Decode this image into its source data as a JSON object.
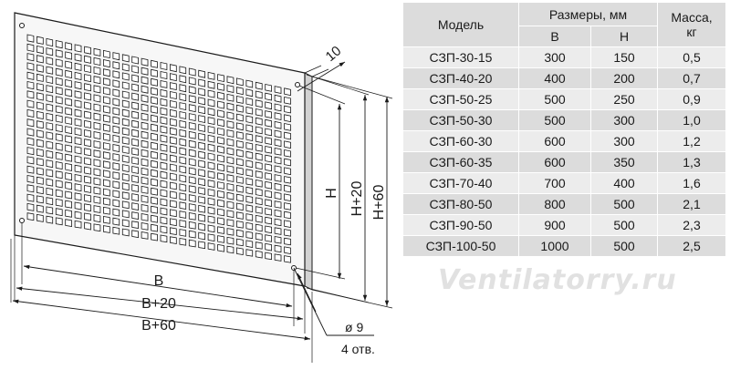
{
  "drawing": {
    "dim_thickness": "10",
    "dim_h": "H",
    "dim_h20": "H+20",
    "dim_h60": "H+60",
    "dim_b": "B",
    "dim_b20": "B+20",
    "dim_b60": "B+60",
    "hole_diameter": "ø 9",
    "hole_count": "4 отв."
  },
  "table": {
    "header": {
      "model": "Модель",
      "dimensions": "Размеры, мм",
      "b": "B",
      "h": "H",
      "mass": "Масса,\nкг"
    },
    "rows": [
      {
        "model": "СЗП-30-15",
        "b": "300",
        "h": "150",
        "mass": "0,5"
      },
      {
        "model": "СЗП-40-20",
        "b": "400",
        "h": "200",
        "mass": "0,7"
      },
      {
        "model": "СЗП-50-25",
        "b": "500",
        "h": "250",
        "mass": "0,9"
      },
      {
        "model": "СЗП-50-30",
        "b": "500",
        "h": "300",
        "mass": "1,0"
      },
      {
        "model": "СЗП-60-30",
        "b": "600",
        "h": "300",
        "mass": "1,2"
      },
      {
        "model": "СЗП-60-35",
        "b": "600",
        "h": "350",
        "mass": "1,3"
      },
      {
        "model": "СЗП-70-40",
        "b": "700",
        "h": "400",
        "mass": "1,6"
      },
      {
        "model": "СЗП-80-50",
        "b": "800",
        "h": "500",
        "mass": "2,1"
      },
      {
        "model": "СЗП-90-50",
        "b": "900",
        "h": "500",
        "mass": "2,3"
      },
      {
        "model": "СЗП-100-50",
        "b": "1000",
        "h": "500",
        "mass": "2,5"
      }
    ]
  },
  "watermark": "Ventilatorry.ru"
}
